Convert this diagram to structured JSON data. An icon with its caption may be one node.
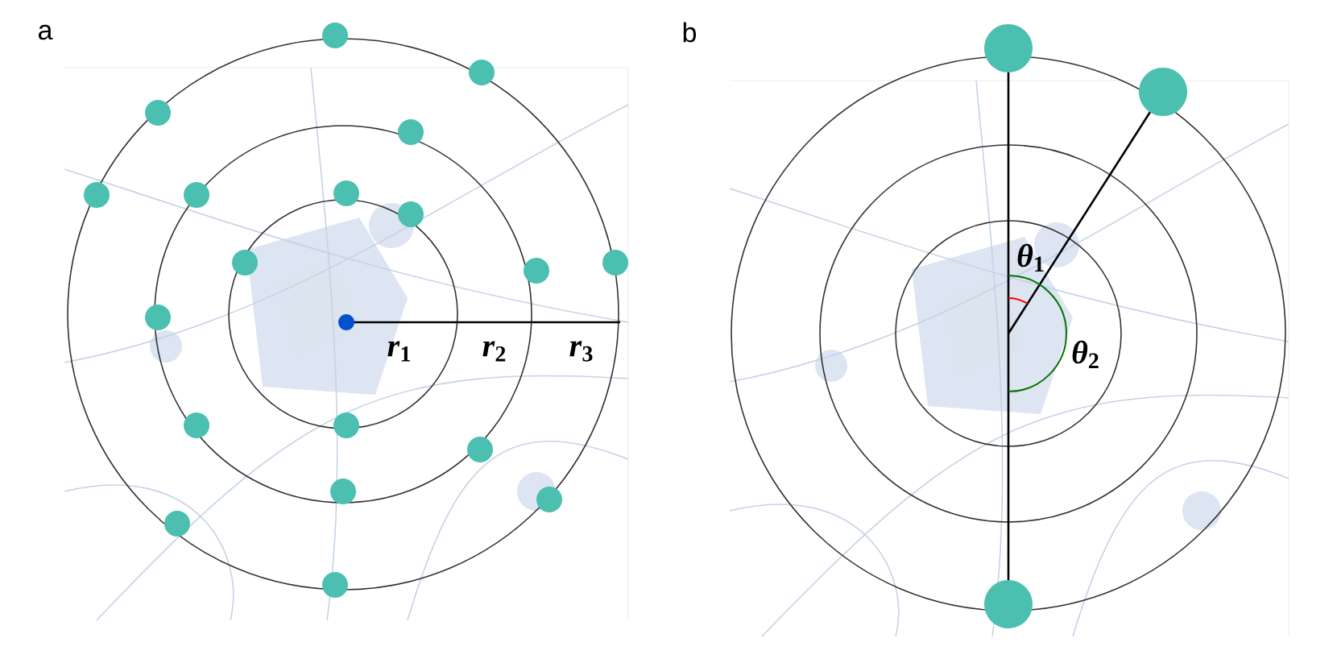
{
  "diagram": {
    "labels": [
      "a",
      "b",
      "*r*$_{1}$",
      "*r*$_{2}$",
      "*r*$_{3}$",
      "*θ*$_{1}$",
      "*θ*$_{2}$"
    ]
  }
}
